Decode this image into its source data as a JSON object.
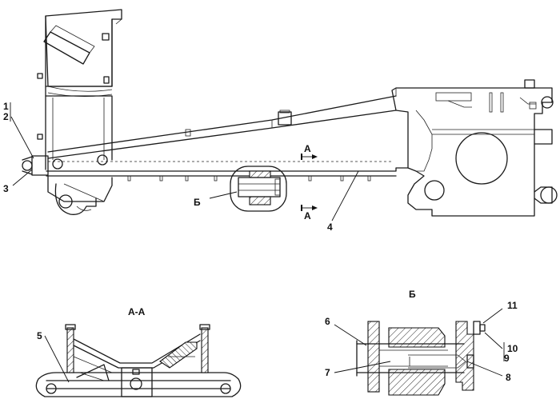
{
  "callouts": {
    "c1": "1",
    "c2": "2",
    "c3": "3",
    "c4": "4",
    "c5": "5",
    "c6": "6",
    "c7": "7",
    "c8": "8",
    "c9": "9",
    "c10": "10",
    "c11": "11"
  },
  "sections": {
    "cut_mark_upper": "А",
    "cut_mark_lower": "А",
    "detail_mark": "Б",
    "section_title": "А-А",
    "detail_title": "Б"
  }
}
